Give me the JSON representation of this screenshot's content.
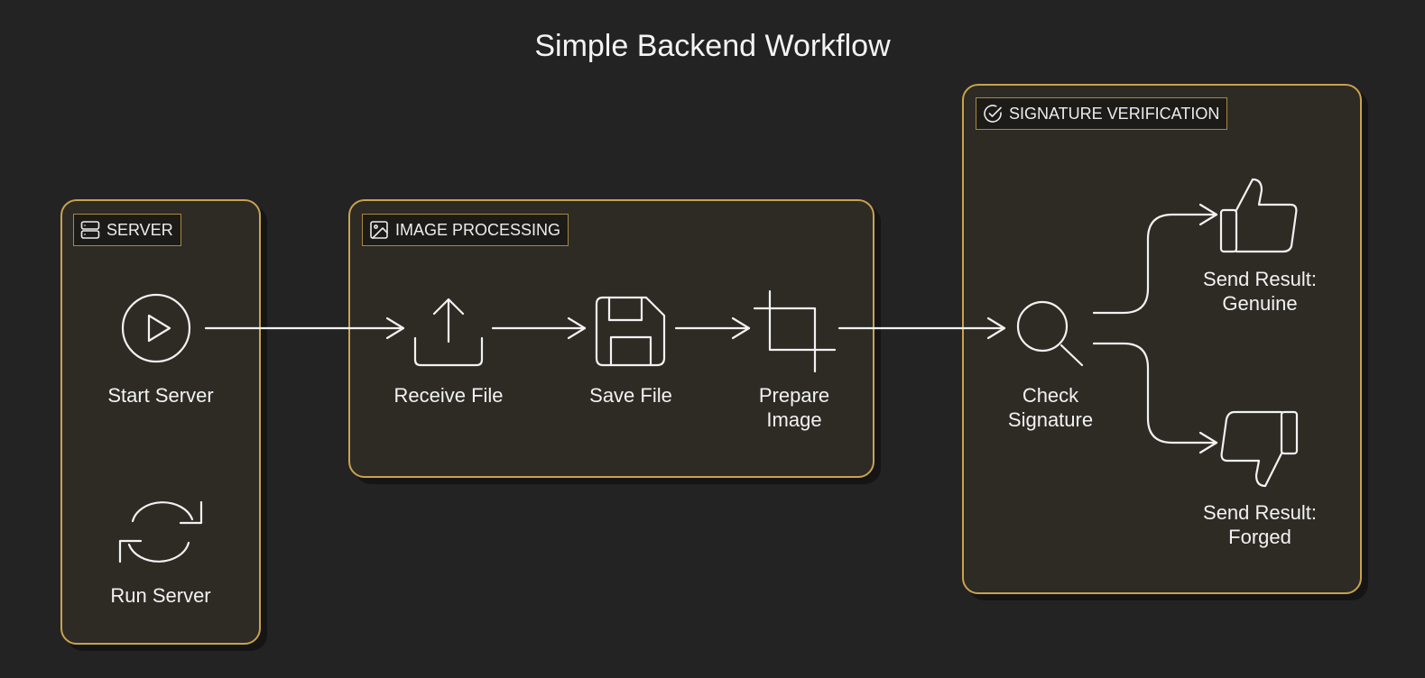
{
  "title": "Simple Backend Workflow",
  "colors": {
    "background": "#232323",
    "group_border": "#c9a24f",
    "group_fill": "#2e2b25",
    "stroke": "#f2f2f2"
  },
  "groups": {
    "server": {
      "label": "SERVER",
      "icon": "server-icon"
    },
    "image_processing": {
      "label": "IMAGE PROCESSING",
      "icon": "image-icon"
    },
    "signature_verification": {
      "label": "SIGNATURE VERIFICATION",
      "icon": "check-circle-icon"
    }
  },
  "nodes": {
    "start_server": {
      "label": "Start Server",
      "icon": "play-circle-icon"
    },
    "run_server": {
      "label": "Run Server",
      "icon": "refresh-icon"
    },
    "receive_file": {
      "label": "Receive File",
      "icon": "upload-icon"
    },
    "save_file": {
      "label": "Save File",
      "icon": "save-icon"
    },
    "prepare_image": {
      "label": "Prepare\nImage",
      "icon": "crop-icon"
    },
    "check_signature": {
      "label": "Check\nSignature",
      "icon": "search-icon"
    },
    "send_genuine": {
      "label": "Send Result:\nGenuine",
      "icon": "thumbs-up-icon"
    },
    "send_forged": {
      "label": "Send Result:\nForged",
      "icon": "thumbs-down-icon"
    }
  },
  "edges": [
    {
      "from": "Start Server",
      "to": "Receive File"
    },
    {
      "from": "Receive File",
      "to": "Save File"
    },
    {
      "from": "Save File",
      "to": "Prepare Image"
    },
    {
      "from": "Prepare Image",
      "to": "Check Signature"
    },
    {
      "from": "Check Signature",
      "to": "Send Result: Genuine"
    },
    {
      "from": "Check Signature",
      "to": "Send Result: Forged"
    }
  ]
}
